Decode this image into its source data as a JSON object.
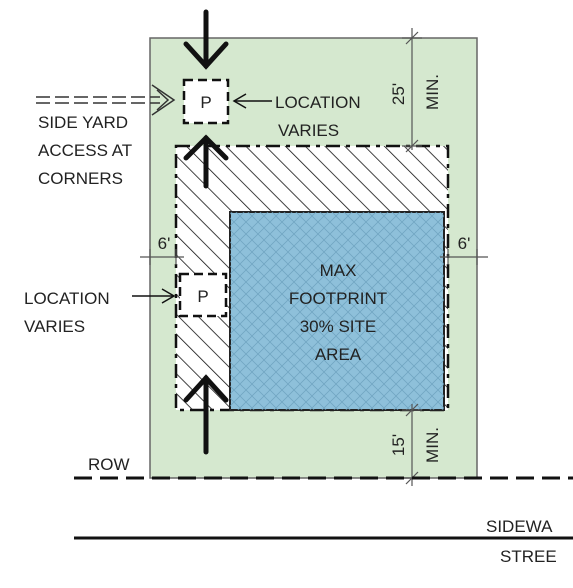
{
  "colors": {
    "lot": "#d5e8cf",
    "footprint": "#8ec0da",
    "ink": "#111111",
    "text": "#222222",
    "dim": "#555555"
  },
  "labels": {
    "parking": "P",
    "location_varies_top": [
      "LOCATION",
      "VARIES"
    ],
    "location_varies_left": [
      "LOCATION",
      "VARIES"
    ],
    "side_yard": [
      "SIDE YARD",
      "ACCESS AT",
      "CORNERS"
    ],
    "footprint": [
      "MAX",
      "FOOTPRINT",
      "30% SITE",
      "AREA"
    ],
    "row": "ROW",
    "sidewalk": "SIDEWA",
    "street": "STREE"
  },
  "dimensions": {
    "front_setback": "25'",
    "front_setback_note": "MIN.",
    "rear_setback": "15'",
    "rear_setback_note": "MIN.",
    "side_left": "6'",
    "side_right": "6'"
  }
}
